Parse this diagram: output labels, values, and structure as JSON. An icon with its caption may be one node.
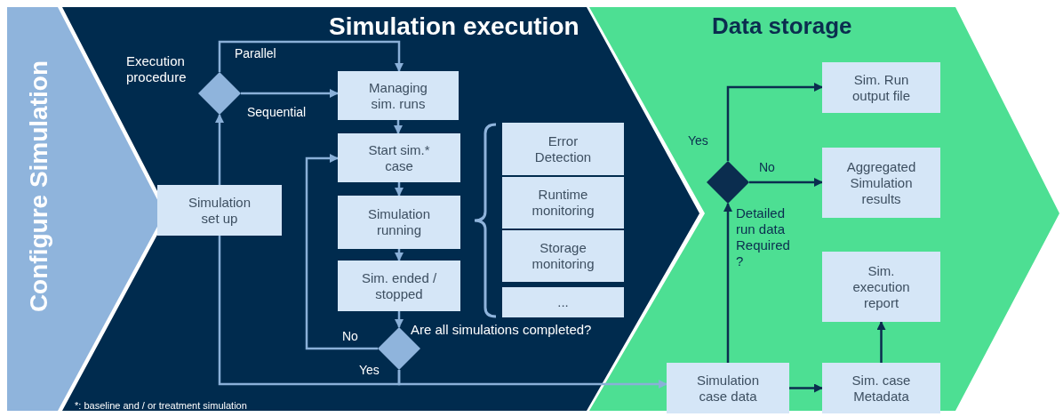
{
  "diagram": {
    "nodes": [
      {
        "text": [
          "Configure Simulation"
        ]
      },
      {
        "text": [
          "Simulation execution"
        ]
      },
      {
        "text": [
          "Data storage"
        ]
      },
      {
        "text": [
          "Simulation set up"
        ],
        "in": 1
      },
      {
        "text": [
          "Execution procedure"
        ],
        "in": 1
      },
      {
        "text": [
          "Managing sim. runs"
        ],
        "in": 1
      },
      {
        "text": [
          "Start sim.* case"
        ],
        "in": 1
      },
      {
        "text": [
          "Simulation running"
        ],
        "in": 1
      },
      {
        "text": [
          "Sim. ended / stopped"
        ],
        "in": 1
      },
      {
        "text": [
          "Are all simulations completed?"
        ],
        "in": 1
      },
      {
        "text": [
          "Error Detection"
        ],
        "in": 1
      },
      {
        "text": [
          "Runtime monitoring"
        ],
        "in": 1
      },
      {
        "text": [
          "Storage monitoring"
        ],
        "in": 1
      },
      {
        "text": [
          "..."
        ],
        "in": 1
      },
      {
        "text": [
          "Simulation case data"
        ],
        "in": 2
      },
      {
        "text": [
          "Detailed run data Required ?"
        ],
        "in": 2
      },
      {
        "text": [
          "Sim. Run output file"
        ],
        "in": 2
      },
      {
        "text": [
          "Aggregated Simulation results"
        ],
        "in": 2
      },
      {
        "text": [
          "Sim. execution report"
        ],
        "in": 2
      },
      {
        "text": [
          "Sim. case Metadata"
        ],
        "in": 2
      }
    ],
    "edges": [
      {
        "from": 3,
        "to": 4,
        "arrow": "to"
      },
      {
        "from": 4,
        "to": 5,
        "label": "Parallel",
        "arrow": "to"
      },
      {
        "from": 4,
        "to": 5,
        "label": "Sequential",
        "arrow": "to"
      },
      {
        "from": 5,
        "to": 6,
        "arrow": "to"
      },
      {
        "from": 6,
        "to": 7,
        "arrow": "to"
      },
      {
        "from": 7,
        "to": 8,
        "arrow": "to"
      },
      {
        "from": 8,
        "to": 9,
        "arrow": "to"
      },
      {
        "from": 9,
        "to": 6,
        "label": "No",
        "arrow": "to"
      },
      {
        "from": 9,
        "to": 3,
        "arrow": "none"
      },
      {
        "from": 9,
        "to": 14,
        "label": "Yes",
        "arrow": "to"
      },
      {
        "from": 14,
        "to": 15,
        "arrow": "to",
        "color": "#0b2d4f"
      },
      {
        "from": 15,
        "to": 16,
        "label": "Yes",
        "arrow": "to",
        "color": "#0b2d4f"
      },
      {
        "from": 15,
        "to": 17,
        "label": "No",
        "arrow": "to",
        "color": "#0b2d4f"
      },
      {
        "from": 14,
        "to": 19,
        "arrow": "to",
        "color": "#0b2d4f"
      },
      {
        "from": 19,
        "to": 18,
        "arrow": "to",
        "color": "#0b2d4f"
      }
    ],
    "labels": [
      "*: baseline and / or treatment simulation"
    ]
  }
}
